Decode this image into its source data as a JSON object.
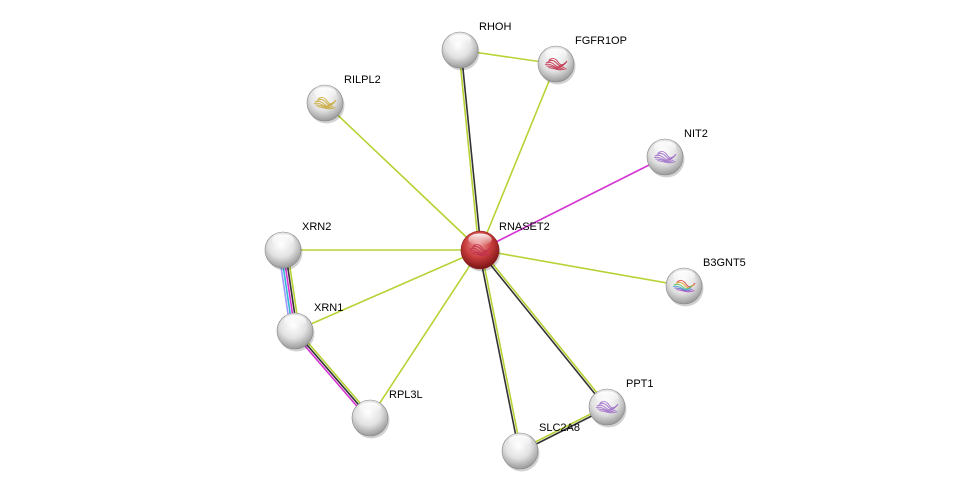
{
  "network": {
    "center": "RNASET2",
    "nodes": [
      {
        "id": "RNASET2",
        "label": "RNASET2",
        "query": true,
        "structure": "red"
      },
      {
        "id": "RHOH",
        "label": "RHOH",
        "structure": null
      },
      {
        "id": "FGFR1OP",
        "label": "FGFR1OP",
        "structure": "red"
      },
      {
        "id": "RILPL2",
        "label": "RILPL2",
        "structure": "gold"
      },
      {
        "id": "NIT2",
        "label": "NIT2",
        "structure": "purple"
      },
      {
        "id": "XRN2",
        "label": "XRN2",
        "structure": null
      },
      {
        "id": "B3GNT5",
        "label": "B3GNT5",
        "structure": "rainbow"
      },
      {
        "id": "XRN1",
        "label": "XRN1",
        "structure": null
      },
      {
        "id": "RPL3L",
        "label": "RPL3L",
        "structure": null
      },
      {
        "id": "PPT1",
        "label": "PPT1",
        "structure": "purple"
      },
      {
        "id": "SLC2A8",
        "label": "SLC2A8",
        "structure": null
      }
    ],
    "edges": [
      {
        "a": "RNASET2",
        "b": "RHOH",
        "colors": [
          "#b5d334",
          "#333333"
        ]
      },
      {
        "a": "RHOH",
        "b": "FGFR1OP",
        "colors": [
          "#b5d334"
        ]
      },
      {
        "a": "RNASET2",
        "b": "FGFR1OP",
        "colors": [
          "#b5d334"
        ]
      },
      {
        "a": "RNASET2",
        "b": "RILPL2",
        "colors": [
          "#b5d334"
        ]
      },
      {
        "a": "RNASET2",
        "b": "NIT2",
        "colors": [
          "#d535d5"
        ]
      },
      {
        "a": "RNASET2",
        "b": "XRN2",
        "colors": [
          "#b5d334"
        ]
      },
      {
        "a": "RNASET2",
        "b": "B3GNT5",
        "colors": [
          "#b5d334"
        ]
      },
      {
        "a": "RNASET2",
        "b": "XRN1",
        "colors": [
          "#b5d334"
        ]
      },
      {
        "a": "RNASET2",
        "b": "RPL3L",
        "colors": [
          "#b5d334"
        ]
      },
      {
        "a": "RNASET2",
        "b": "PPT1",
        "colors": [
          "#b5d334",
          "#333333"
        ]
      },
      {
        "a": "RNASET2",
        "b": "SLC2A8",
        "colors": [
          "#b5d334",
          "#333333"
        ]
      },
      {
        "a": "SLC2A8",
        "b": "PPT1",
        "colors": [
          "#b5d334",
          "#333333"
        ]
      },
      {
        "a": "XRN2",
        "b": "XRN1",
        "colors": [
          "#b5d334",
          "#333333",
          "#d535d5",
          "#35b5d5",
          "#9999ff"
        ]
      },
      {
        "a": "XRN1",
        "b": "RPL3L",
        "colors": [
          "#b5d334",
          "#333333",
          "#d535d5"
        ]
      }
    ]
  }
}
